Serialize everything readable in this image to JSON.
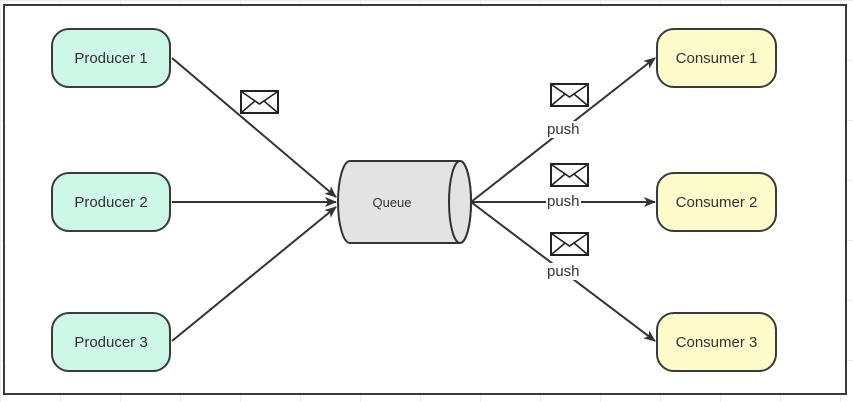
{
  "producers": [
    {
      "label": "Producer 1"
    },
    {
      "label": "Producer 2"
    },
    {
      "label": "Producer 3"
    }
  ],
  "queue": {
    "label": "Queue"
  },
  "consumers": [
    {
      "label": "Consumer 1"
    },
    {
      "label": "Consumer 2"
    },
    {
      "label": "Consumer 3"
    }
  ],
  "edges": [
    {
      "label": "push"
    },
    {
      "label": "push"
    },
    {
      "label": "push"
    }
  ],
  "icons": {
    "message": "envelope-icon"
  },
  "colors": {
    "producer_fill": "#cdf7e6",
    "consumer_fill": "#fdfccb",
    "queue_fill": "#e3e3e3",
    "stroke": "#3b3b3b"
  }
}
